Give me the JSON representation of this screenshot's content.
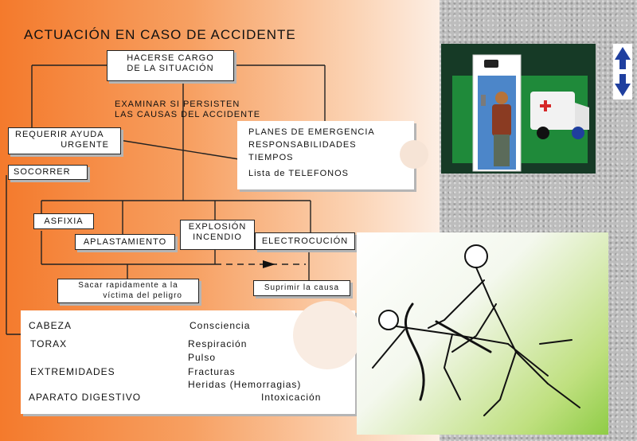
{
  "title": "ACTUACIÓN EN CASO DE ACCIDENTE",
  "boxes": {
    "hacerse": [
      "HACERSE CARGO",
      "DE LA SITUACIÓN"
    ],
    "examinar": [
      "EXAMINAR SI PERSISTEN",
      "LAS CAUSAS DEL ACCIDENTE"
    ],
    "requerir": [
      "REQUERIR AYUDA",
      "URGENTE"
    ],
    "planes": [
      "PLANES DE EMERGENCIA",
      "RESPONSABILIDADES",
      "TIEMPOS",
      "Lista de TELEFONOS"
    ],
    "socorrer": "SOCORRER",
    "asfixia": "ASFIXIA",
    "aplastamiento": "APLASTAMIENTO",
    "explosion": [
      "EXPLOSIÓN",
      "INCENDIO"
    ],
    "electrocucion": "ELECTROCUCIÓN",
    "sacar": [
      "Sacar rapidamente a la",
      "víctima del peligro"
    ],
    "suprimir": "Suprimir la causa"
  },
  "assessment": [
    {
      "part": "CABEZA",
      "checks": [
        "Consciencia"
      ]
    },
    {
      "part": "TORAX",
      "checks": [
        "Respiración",
        "Pulso"
      ]
    },
    {
      "part": "EXTREMIDADES",
      "checks": [
        "Fracturas",
        "Heridas   (Hemorragias)"
      ]
    },
    {
      "part": "APARATO DIGESTIVO",
      "checks": [
        "Intoxicación"
      ]
    }
  ],
  "colors": {
    "background_left": "#f47a2c",
    "panel_green": "#163a26",
    "photo_green": "#8fcc46",
    "nav_blue": "#1f3f9f"
  },
  "icons": {
    "nav_up": "arrow-up-icon",
    "nav_down": "arrow-down-icon"
  }
}
